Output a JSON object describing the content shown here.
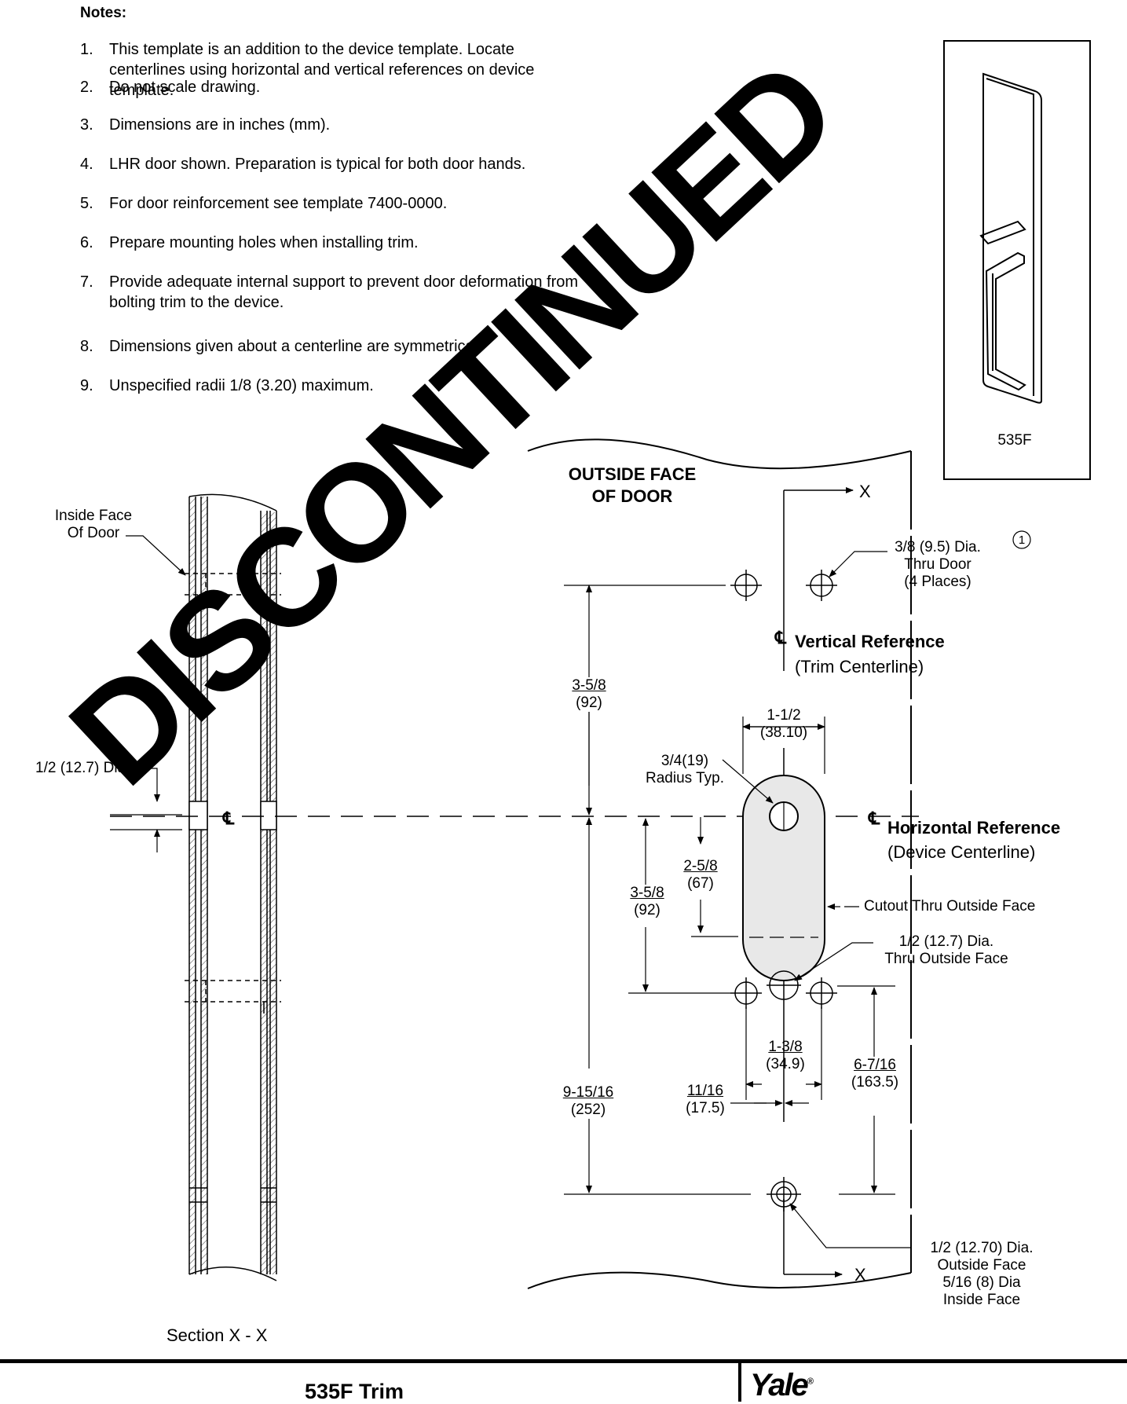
{
  "notes": {
    "title": "Notes:",
    "items": [
      {
        "num": "1.",
        "text": "This template is an addition to the device template.  Locate",
        "wrap": [
          "centerlines using horizontal and vertical references on device",
          "template."
        ]
      },
      {
        "num": "2.",
        "text": "Do not scale drawing.",
        "wrap": []
      },
      {
        "num": "3.",
        "text": "Dimensions are in inches (mm).",
        "wrap": []
      },
      {
        "num": "4.",
        "text": "LHR door shown. Preparation is typical for both door hands.",
        "wrap": []
      },
      {
        "num": "5.",
        "text": "For door reinforcement see template 7400-0000.",
        "wrap": []
      },
      {
        "num": "6.",
        "text": "Prepare mounting holes when installing trim.",
        "wrap": []
      },
      {
        "num": "7.",
        "text": "Provide adequate internal support to prevent door deformation from",
        "wrap": [
          "bolting trim to the device."
        ]
      },
      {
        "num": "8.",
        "text": "Dimensions given about a centerline are symmetrical.",
        "wrap": []
      },
      {
        "num": "9.",
        "text": "Unspecified radii 1/8 (3.20) maximum.",
        "wrap": []
      }
    ]
  },
  "product_box": {
    "label": "535F"
  },
  "section": {
    "inside_face": [
      "Inside Face",
      "Of Door"
    ],
    "hole_dia": "1/2 (12.7) Dia.",
    "cl": "℄",
    "caption": "Section X - X"
  },
  "front": {
    "outside_face": [
      "OUTSIDE FACE",
      "OF DOOR"
    ],
    "section_mark": "X",
    "mount_holes": [
      "3/8 (9.5) Dia.",
      "Thru Door",
      "(4 Places)"
    ],
    "note_ref": "1",
    "vertical_ref": "Vertical Reference",
    "vertical_ref_sub": "(Trim Centerline)",
    "horizontal_ref": "Horizontal Reference",
    "horizontal_ref_sub": "(Device Centerline)",
    "dim_width": [
      "1-1/2",
      "(38.10)"
    ],
    "radius": [
      "3/4(19)",
      "Radius Typ."
    ],
    "dim_top": [
      "3-5/8",
      "(92)"
    ],
    "dim_2_5_8": [
      "2-5/8",
      "(67)"
    ],
    "dim_3_5_8b": [
      "3-5/8",
      "(92)"
    ],
    "cutout": "Cutout Thru Outside Face",
    "hole_outside": [
      "1/2 (12.7) Dia.",
      "Thru Outside Face"
    ],
    "dim_1_3_8": [
      "1-3/8",
      "(34.9)"
    ],
    "dim_11_16": [
      "11/16",
      "(17.5)"
    ],
    "dim_9_15_16": [
      "9-15/16",
      "(252)"
    ],
    "dim_6_7_16": [
      "6-7/16",
      "(163.5)"
    ],
    "bottom_hole": [
      "1/2 (12.70) Dia.",
      "Outside Face",
      "5/16 (8) Dia",
      "Inside Face"
    ]
  },
  "watermark": "DISCONTINUED",
  "footer": {
    "title": "535F  Trim",
    "logo": "Yale",
    "reg": "®"
  }
}
